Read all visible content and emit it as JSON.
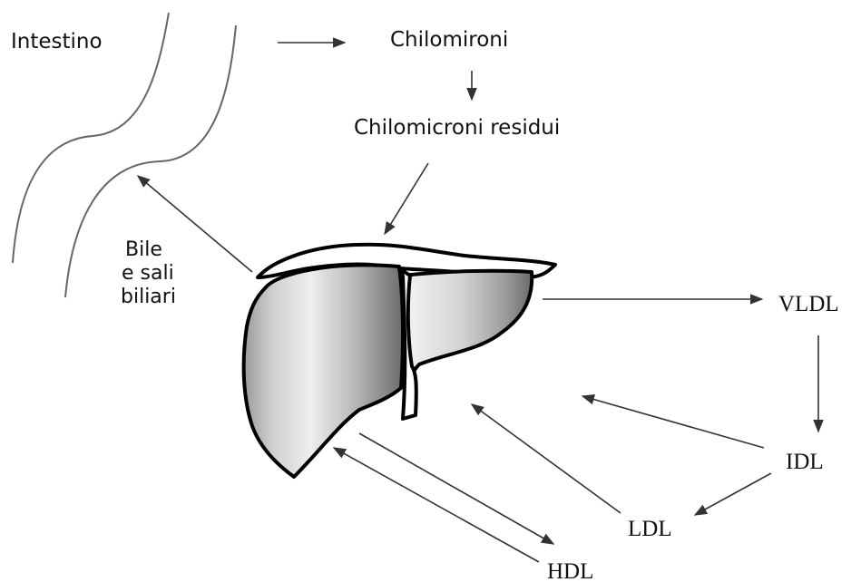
{
  "labels": {
    "intestino": "Intestino",
    "chilomironi": "Chilomironi",
    "chilomicroni_residui": "Chilomicroni residui",
    "bile_line1": "Bile",
    "bile_line2": "e sali",
    "bile_line3": "biliari",
    "vldl": "VLDL",
    "idl": "IDL",
    "ldl": "LDL",
    "hdl": "HDL"
  },
  "organs": {
    "liver_icon": "liver-icon",
    "intestine_icon": "intestine-icon"
  },
  "colors": {
    "text": "#111111",
    "arrow": "#333333",
    "outline": "#000000",
    "liver_dark": "#7a7a7a",
    "liver_light": "#e6e6e6"
  }
}
